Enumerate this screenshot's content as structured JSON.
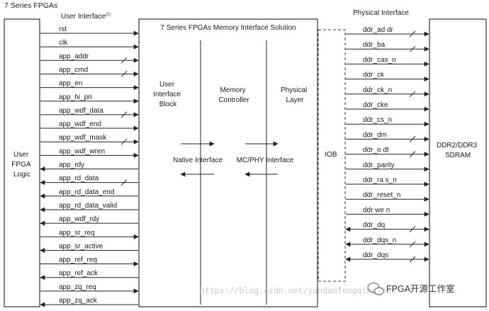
{
  "diagram": {
    "group_title": "7 Series FPGAs",
    "user_interface_title": "User Interface",
    "user_interface_footnote": "(1)",
    "solution_title": "7 Series FPGAs Memory Interface Solution",
    "physical_interface_title": "Physical Interface",
    "user_logic_label": [
      "User",
      "FPGA",
      "Logic"
    ],
    "ui_block_label": [
      "User",
      "Interface",
      "Block"
    ],
    "memory_controller_label": [
      "Memory",
      "Controller"
    ],
    "physical_layer_label": [
      "Physical",
      "Layer"
    ],
    "native_interface_label": "Native Interface",
    "mc_phy_interface_label": "MC/PHY Interface",
    "iob_label": "IOB",
    "sdram_label": [
      "DDR2/DDR3",
      "SDRAM"
    ]
  },
  "user_signals": [
    {
      "name": "rst",
      "dir": "in",
      "bus": false
    },
    {
      "name": "clk",
      "dir": "in",
      "bus": false
    },
    {
      "name": "app_addr",
      "dir": "in",
      "bus": true
    },
    {
      "name": "app_cmd",
      "dir": "in",
      "bus": true
    },
    {
      "name": "app_en",
      "dir": "in",
      "bus": false
    },
    {
      "name": "app_hi_pri",
      "dir": "in",
      "bus": false
    },
    {
      "name": "app_wdf_data",
      "dir": "in",
      "bus": true
    },
    {
      "name": "app_wdf_end",
      "dir": "in",
      "bus": false
    },
    {
      "name": "app_wdf_mask",
      "dir": "in",
      "bus": true
    },
    {
      "name": "app_wdf_wren",
      "dir": "in",
      "bus": false
    },
    {
      "name": "app_rdy",
      "dir": "out",
      "bus": false
    },
    {
      "name": "app_rd_data",
      "dir": "out",
      "bus": true
    },
    {
      "name": "app_rd_data_end",
      "dir": "out",
      "bus": false
    },
    {
      "name": "app_rd_data_valid",
      "dir": "out",
      "bus": false
    },
    {
      "name": "app_wdf_rdy",
      "dir": "out",
      "bus": false
    },
    {
      "name": "app_sr_req",
      "dir": "in",
      "bus": false
    },
    {
      "name": "app_sr_active",
      "dir": "out",
      "bus": false
    },
    {
      "name": "app_ref_req",
      "dir": "in",
      "bus": false
    },
    {
      "name": "app_ref_ack",
      "dir": "out",
      "bus": false
    },
    {
      "name": "app_zq_req",
      "dir": "in",
      "bus": false
    },
    {
      "name": "app_zq_ack",
      "dir": "out",
      "bus": false
    }
  ],
  "phy_signals": [
    {
      "name": "ddr_ad dr",
      "dir": "out",
      "bus": true
    },
    {
      "name": "ddr_ba",
      "dir": "out",
      "bus": true
    },
    {
      "name": "ddr_cas_n",
      "dir": "out",
      "bus": false
    },
    {
      "name": "ddr_ck",
      "dir": "out",
      "bus": false
    },
    {
      "name": "ddr_ck_n",
      "dir": "out",
      "bus": true
    },
    {
      "name": "ddr_cke",
      "dir": "out",
      "bus": false
    },
    {
      "name": "ddr_cs_n",
      "dir": "out",
      "bus": false
    },
    {
      "name": "ddr_dm",
      "dir": "out",
      "bus": true
    },
    {
      "name": "ddr_o dt",
      "dir": "out",
      "bus": true
    },
    {
      "name": "ddr_parity",
      "dir": "out",
      "bus": false
    },
    {
      "name": "ddr_ra s_n",
      "dir": "out",
      "bus": false
    },
    {
      "name": "ddr_reset_n",
      "dir": "out",
      "bus": false
    },
    {
      "name": "ddr we n",
      "dir": "out",
      "bus": false
    },
    {
      "name": "ddr_dq",
      "dir": "bi",
      "bus": true
    },
    {
      "name": "ddr_dqs_n",
      "dir": "bi",
      "bus": true
    },
    {
      "name": "ddr_dqs",
      "dir": "bi",
      "bus": true
    }
  ],
  "watermark": {
    "url": "https://blog.csdn.net/yundanfengqing_nuc",
    "brand": "FPGA开源工作室"
  }
}
